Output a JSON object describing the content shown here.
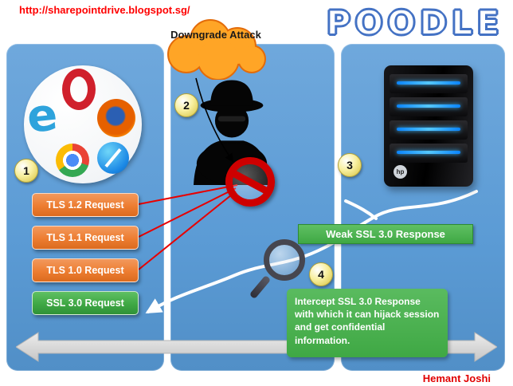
{
  "header": {
    "url": "http://sharepointdrive.blogspot.sg/",
    "title": "POODLE"
  },
  "footer": {
    "author": "Hemant Joshi"
  },
  "cloud": {
    "label": "Downgrade Attack"
  },
  "steps": [
    "1",
    "2",
    "3",
    "4"
  ],
  "requests": [
    "TLS 1.2 Request",
    "TLS 1.1 Request",
    "TLS 1.0 Request",
    "SSL 3.0 Request"
  ],
  "response": {
    "label": "Weak SSL 3.0 Response"
  },
  "note": {
    "text": "Intercept SSL 3.0 Response with which it can hijack session and get confidential information."
  },
  "icons": {
    "browsers": [
      "opera-icon",
      "internet-explorer-icon",
      "firefox-icon",
      "chrome-icon",
      "safari-icon"
    ],
    "attacker": "hacker-icon",
    "server": "server-icon",
    "blocked": "no-entry-icon",
    "inspect": "magnifier-icon",
    "flow": "double-arrow-icon"
  },
  "colors": {
    "panel_blue": "#5B9BD5",
    "request_orange": "#ED7D31",
    "ok_green": "#3FA844",
    "alert_red": "#CE0000",
    "title_blue": "#4472C4",
    "url_red": "#FF0000",
    "arrow_gray": "#D9D9D9",
    "cloud_orange": "#FFA526"
  }
}
